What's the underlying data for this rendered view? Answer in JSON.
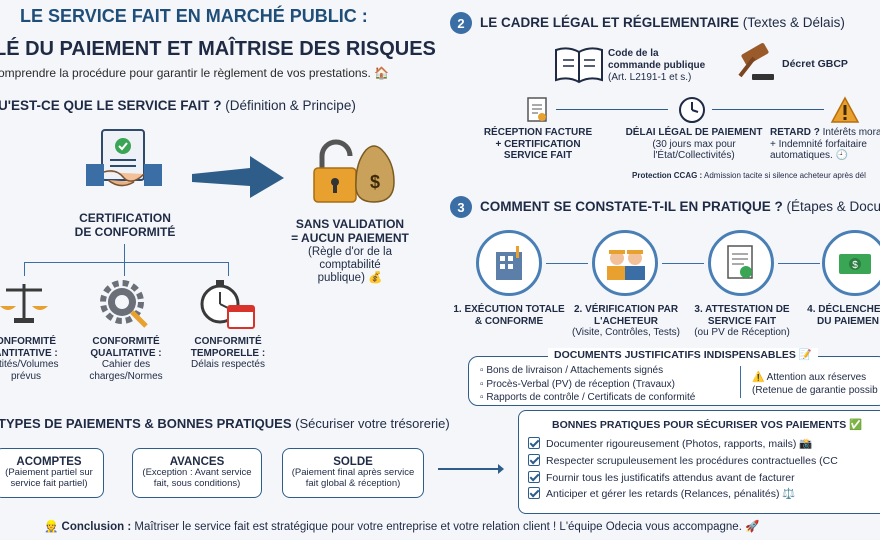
{
  "header": {
    "title_line1": "LE SERVICE FAIT EN MARCHÉ PUBLIC :",
    "title_line2": "LÉ DU PAIEMENT ET MAÎTRISE DES RISQUES",
    "subtitle": "omprendre la procédure pour garantir le règlement de vos prestations. 🏠"
  },
  "section1": {
    "heading": "U'EST-CE QUE LE SERVICE FAIT ?",
    "heading_light": "(Définition & Principe)",
    "certification": "CERTIFICATION\nDE CONFORMITÉ",
    "rule_bold": "SANS VALIDATION\n= AUCUN PAIEMENT",
    "rule_light": "(Règle d'or de la\ncomptabilité\npublique) 💰",
    "branches": [
      {
        "title": "ONFORMITÉ\nANTITATIVE :",
        "desc": "ntités/Volumes\nprévus"
      },
      {
        "title": "CONFORMITÉ\nQUALITATIVE :",
        "desc": "Cahier des\ncharges/Normes"
      },
      {
        "title": "CONFORMITÉ\nTEMPORELLE :",
        "desc": "Délais respectés"
      }
    ]
  },
  "section2": {
    "number": "2",
    "heading": "LE CADRE LÉGAL ET RÉGLEMENTAIRE",
    "heading_light": "(Textes & Délais)",
    "code_title": "Code de la\ncommande publique",
    "code_ref": "(Art. L2191-1 et s.)",
    "decret": "Décret GBCP",
    "steps": [
      {
        "bold": "RÉCEPTION FACTURE\n+ CERTIFICATION\nSERVICE FAIT",
        "light": ""
      },
      {
        "bold": "DÉLAI LÉGAL DE PAIEMENT",
        "light": "(30 jours max pour\nl'État/Collectivités)"
      },
      {
        "bold": "RETARD ?",
        "light": " Intérêts mora\n+ Indemnité forfaitaire\nautomatiques. 🕘"
      }
    ],
    "protection_bold": "Protection CCAG :",
    "protection_light": " Admission tacite si silence acheteur après dél"
  },
  "section3": {
    "number": "3",
    "heading": "COMMENT SE CONSTATE-T-IL EN PRATIQUE ?",
    "heading_light": "(Étapes & Docum",
    "steps": [
      {
        "bold": "1. EXÉCUTION TOTALE\n& CONFORME",
        "light": ""
      },
      {
        "bold": "2. VÉRIFICATION PAR\nL'ACHETEUR",
        "light": "(Visite, Contrôles, Tests)"
      },
      {
        "bold": "3. ATTESTATION DE\nSERVICE FAIT",
        "light": "(ou PV de Réception)"
      },
      {
        "bold": "4. DÉCLENCHEM\nDU PAIEMEN",
        "light": ""
      }
    ],
    "docs_title": "DOCUMENTS JUSTIFICATIFS INDISPENSABLES 📝",
    "docs": [
      "Bons de livraison / Attachements signés",
      "Procès-Verbal (PV) de réception (Travaux)",
      "Rapports de contrôle / Certificats de conformité"
    ],
    "warning_line1": "⚠️ Attention aux réserves",
    "warning_line2": "(Retenue de garantie possib"
  },
  "section4": {
    "heading": "TYPES DE PAIEMENTS & BONNES PRATIQUES",
    "heading_light": "(Sécuriser votre trésorerie)",
    "payments": [
      {
        "title": "ACOMPTES",
        "desc": "(Paiement partiel sur\nservice fait partiel)"
      },
      {
        "title": "AVANCES",
        "desc": "(Exception : Avant service\nfait, sous conditions)"
      },
      {
        "title": "SOLDE",
        "desc": "(Paiement final après service\nfait global & réception)"
      }
    ],
    "practices_title": "BONNES PRATIQUES POUR SÉCURISER VOS PAIEMENTS ✅",
    "practices": [
      "Documenter rigoureusement (Photos, rapports, mails) 📸",
      "Respecter scrupuleusement les procédures contractuelles (CC",
      "Fournir tous les justificatifs attendus avant de facturer",
      "Anticiper et gérer les retards (Relances, pénalités) ⚖️"
    ]
  },
  "footer": {
    "label": "Conclusion :",
    "text": " Maîtriser le service fait est stratégique pour votre entreprise et votre relation client ! L'équipe Odecia vous accompagne. 🚀",
    "icon": "👷"
  },
  "colors": {
    "accent": "#3b6ea5",
    "navy": "#1f3a5f",
    "orange": "#e8a02f",
    "warning": "#d9342b"
  }
}
